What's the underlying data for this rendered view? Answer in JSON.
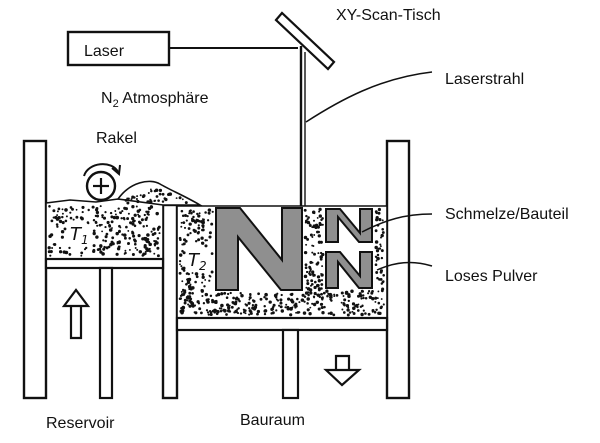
{
  "labels": {
    "laser": "Laser",
    "xy_scan_table": "XY-Scan-Tisch",
    "atmosphere_n": "N",
    "atmosphere_sub": "2",
    "atmosphere_rest": " Atmosphäre",
    "laser_beam": "Laserstrahl",
    "recoater": "Rakel",
    "melt_part": "Schmelze/Bauteil",
    "loose_powder": "Loses Pulver",
    "reservoir": "Reservoir",
    "build_space": "Bauraum"
  },
  "handwritten": {
    "t1": "T",
    "t1_sub": "1",
    "t2": "T",
    "t2_sub": "2",
    "part_letter": "N"
  },
  "colors": {
    "ink": "#111111",
    "part_fill": "#8f8f8f",
    "background": "#ffffff"
  },
  "icons": {
    "recoater_roller": "plus-in-circle-icon",
    "up_arrow": "up-arrow-icon",
    "down_arrow": "down-arrow-icon"
  }
}
